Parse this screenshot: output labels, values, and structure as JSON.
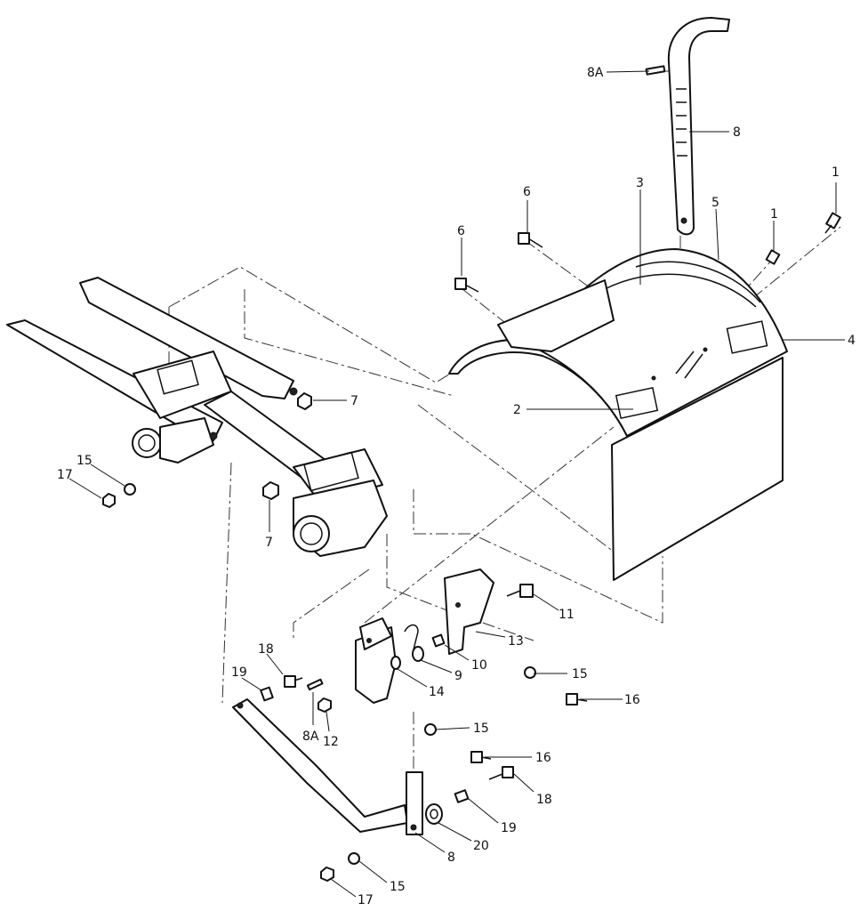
{
  "callouts": [
    {
      "id": "c1a",
      "text": "1"
    },
    {
      "id": "c1b",
      "text": "1"
    },
    {
      "id": "c2",
      "text": "2"
    },
    {
      "id": "c3",
      "text": "3"
    },
    {
      "id": "c4",
      "text": "4"
    },
    {
      "id": "c5",
      "text": "5"
    },
    {
      "id": "c6a",
      "text": "6"
    },
    {
      "id": "c6b",
      "text": "6"
    },
    {
      "id": "c7a",
      "text": "7"
    },
    {
      "id": "c7b",
      "text": "7"
    },
    {
      "id": "c8a",
      "text": "8"
    },
    {
      "id": "c8b",
      "text": "8"
    },
    {
      "id": "c8Aa",
      "text": "8A"
    },
    {
      "id": "c8Ab",
      "text": "8A"
    },
    {
      "id": "c9",
      "text": "9"
    },
    {
      "id": "c10",
      "text": "10"
    },
    {
      "id": "c11",
      "text": "11"
    },
    {
      "id": "c12",
      "text": "12"
    },
    {
      "id": "c13",
      "text": "13"
    },
    {
      "id": "c14",
      "text": "14"
    },
    {
      "id": "c15a",
      "text": "15"
    },
    {
      "id": "c15b",
      "text": "15"
    },
    {
      "id": "c15c",
      "text": "15"
    },
    {
      "id": "c15d",
      "text": "15"
    },
    {
      "id": "c16a",
      "text": "16"
    },
    {
      "id": "c16b",
      "text": "16"
    },
    {
      "id": "c17a",
      "text": "17"
    },
    {
      "id": "c17b",
      "text": "17"
    },
    {
      "id": "c18a",
      "text": "18"
    },
    {
      "id": "c18b",
      "text": "18"
    },
    {
      "id": "c19a",
      "text": "19"
    },
    {
      "id": "c19b",
      "text": "19"
    },
    {
      "id": "c20",
      "text": "20"
    }
  ]
}
